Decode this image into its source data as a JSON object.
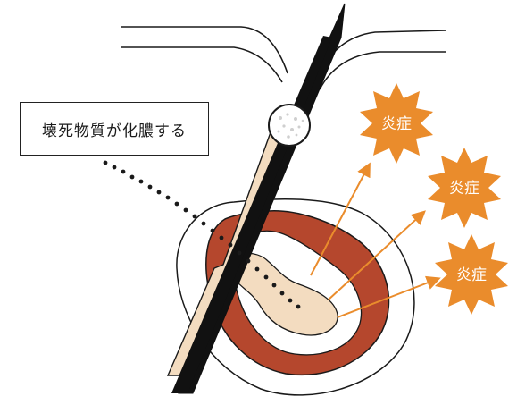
{
  "callout": {
    "text": "壊死物質が化膿する"
  },
  "inflammation_labels": [
    {
      "text": "炎症"
    },
    {
      "text": "炎症"
    },
    {
      "text": "炎症"
    }
  ],
  "colors": {
    "skin_line": "#1a1a1a",
    "hair_shaft": "#111111",
    "follicle_sheath": "#f3dcc0",
    "necrotic_tissue": "#b5472d",
    "inflammation_burst": "#ea8c2c",
    "arrow": "#ea8c2c",
    "sebaceous_gland": "#ffffff"
  }
}
